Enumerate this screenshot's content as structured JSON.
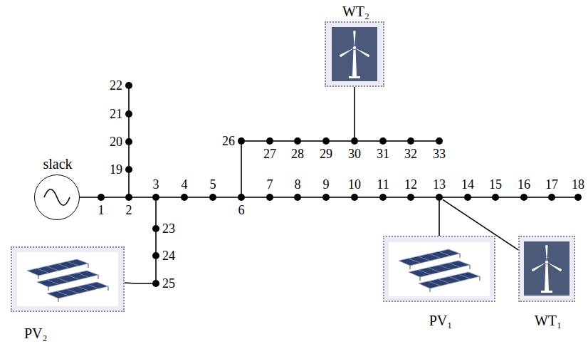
{
  "diagram": {
    "nodes": [
      {
        "text": [
          "slack"
        ]
      },
      {
        "text": [
          "1"
        ]
      },
      {
        "text": [
          "2"
        ]
      },
      {
        "text": [
          "3"
        ]
      },
      {
        "text": [
          "4"
        ]
      },
      {
        "text": [
          "5"
        ]
      },
      {
        "text": [
          "6"
        ]
      },
      {
        "text": [
          "7"
        ]
      },
      {
        "text": [
          "8"
        ]
      },
      {
        "text": [
          "9"
        ]
      },
      {
        "text": [
          "10"
        ]
      },
      {
        "text": [
          "11"
        ]
      },
      {
        "text": [
          "12"
        ]
      },
      {
        "text": [
          "13"
        ]
      },
      {
        "text": [
          "14"
        ]
      },
      {
        "text": [
          "15"
        ]
      },
      {
        "text": [
          "16"
        ]
      },
      {
        "text": [
          "17"
        ]
      },
      {
        "text": [
          "18"
        ]
      },
      {
        "text": [
          "19"
        ]
      },
      {
        "text": [
          "20"
        ]
      },
      {
        "text": [
          "21"
        ]
      },
      {
        "text": [
          "22"
        ]
      },
      {
        "text": [
          "23"
        ]
      },
      {
        "text": [
          "24"
        ]
      },
      {
        "text": [
          "25"
        ]
      },
      {
        "text": [
          "26"
        ]
      },
      {
        "text": [
          "27"
        ]
      },
      {
        "text": [
          "28"
        ]
      },
      {
        "text": [
          "29"
        ]
      },
      {
        "text": [
          "30"
        ]
      },
      {
        "text": [
          "31"
        ]
      },
      {
        "text": [
          "32"
        ]
      },
      {
        "text": [
          "33"
        ]
      },
      {
        "text": [
          "WT₂"
        ]
      },
      {
        "text": [
          "PV₂"
        ]
      },
      {
        "text": [
          "PV₁"
        ]
      },
      {
        "text": [
          "WT₁"
        ]
      }
    ],
    "edges": [
      {
        "from": 0,
        "to": 1,
        "arrow": "none"
      },
      {
        "from": 1,
        "to": 2,
        "arrow": "none"
      },
      {
        "from": 2,
        "to": 3,
        "arrow": "none"
      },
      {
        "from": 3,
        "to": 4,
        "arrow": "none"
      },
      {
        "from": 4,
        "to": 5,
        "arrow": "none"
      },
      {
        "from": 5,
        "to": 6,
        "arrow": "none"
      },
      {
        "from": 6,
        "to": 7,
        "arrow": "none"
      },
      {
        "from": 7,
        "to": 8,
        "arrow": "none"
      },
      {
        "from": 8,
        "to": 9,
        "arrow": "none"
      },
      {
        "from": 9,
        "to": 10,
        "arrow": "none"
      },
      {
        "from": 10,
        "to": 11,
        "arrow": "none"
      },
      {
        "from": 11,
        "to": 12,
        "arrow": "none"
      },
      {
        "from": 12,
        "to": 13,
        "arrow": "none"
      },
      {
        "from": 13,
        "to": 14,
        "arrow": "none"
      },
      {
        "from": 14,
        "to": 15,
        "arrow": "none"
      },
      {
        "from": 15,
        "to": 16,
        "arrow": "none"
      },
      {
        "from": 16,
        "to": 17,
        "arrow": "none"
      },
      {
        "from": 17,
        "to": 18,
        "arrow": "none"
      },
      {
        "from": 2,
        "to": 19,
        "arrow": "none"
      },
      {
        "from": 19,
        "to": 20,
        "arrow": "none"
      },
      {
        "from": 20,
        "to": 21,
        "arrow": "none"
      },
      {
        "from": 21,
        "to": 22,
        "arrow": "none"
      },
      {
        "from": 3,
        "to": 23,
        "arrow": "none"
      },
      {
        "from": 23,
        "to": 24,
        "arrow": "none"
      },
      {
        "from": 24,
        "to": 25,
        "arrow": "none"
      },
      {
        "from": 6,
        "to": 26,
        "arrow": "none"
      },
      {
        "from": 26,
        "to": 27,
        "arrow": "none"
      },
      {
        "from": 27,
        "to": 28,
        "arrow": "none"
      },
      {
        "from": 28,
        "to": 29,
        "arrow": "none"
      },
      {
        "from": 29,
        "to": 30,
        "arrow": "none"
      },
      {
        "from": 30,
        "to": 31,
        "arrow": "none"
      },
      {
        "from": 31,
        "to": 32,
        "arrow": "none"
      },
      {
        "from": 32,
        "to": 33,
        "arrow": "none"
      },
      {
        "from": 34,
        "to": 30,
        "arrow": "none"
      },
      {
        "from": 35,
        "to": 25,
        "arrow": "none"
      },
      {
        "from": 36,
        "to": 13,
        "arrow": "none"
      },
      {
        "from": 37,
        "to": 13,
        "arrow": "none"
      }
    ]
  }
}
